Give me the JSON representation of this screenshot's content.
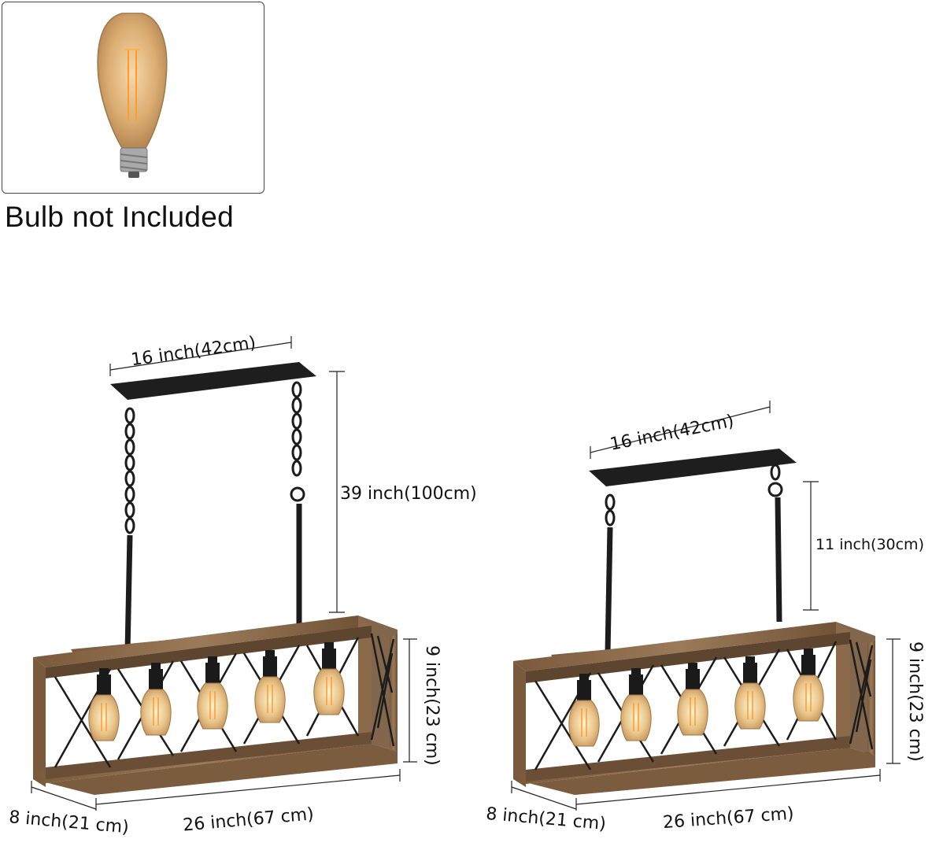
{
  "bulb_caption": "Bulb not Included",
  "left_fixture": {
    "canopy_width": "16 inch(42cm)",
    "hang_height": "39 inch(100cm)",
    "frame_height": "9 inch(23 cm)",
    "frame_length": "26 inch(67 cm)",
    "frame_depth": "8 inch(21 cm)"
  },
  "right_fixture": {
    "canopy_width": "16 inch(42cm)",
    "hang_height": "11 inch(30cm)",
    "frame_height": "9 inch(23 cm)",
    "frame_length": "26 inch(67 cm)",
    "frame_depth": "8 inch(21 cm)"
  },
  "colors": {
    "wood": "#8a6a4a",
    "metal": "#1c1c1c",
    "bulb_glass": "#e0b27a",
    "filament": "#ff9a2e"
  }
}
